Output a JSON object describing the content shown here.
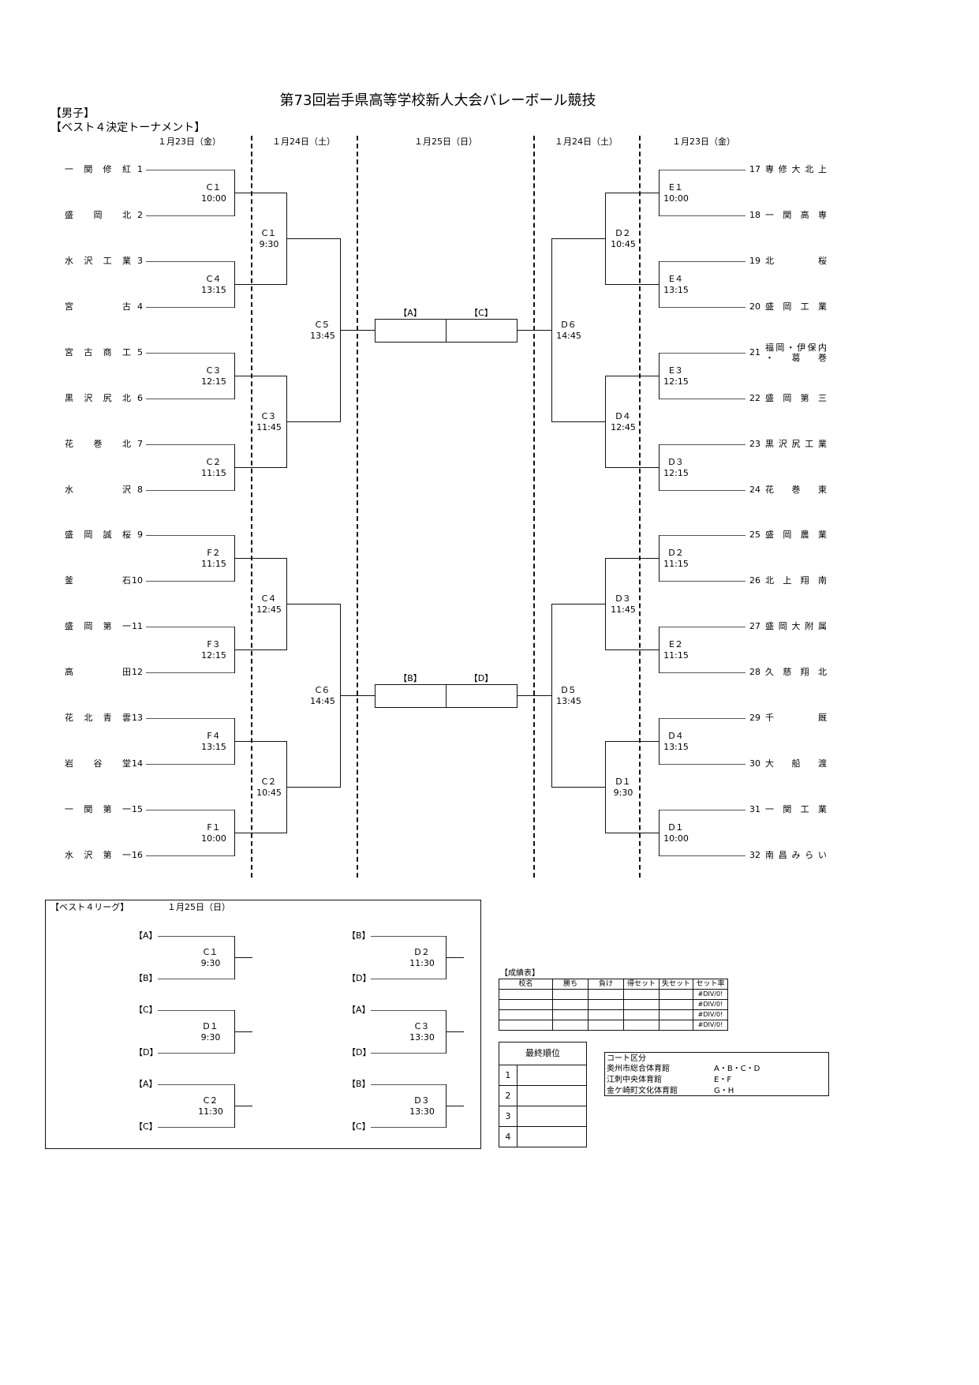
{
  "title": "第73回岩手県高等学校新人大会バレーボール競技",
  "section": "【男子】",
  "subsection": "【ベスト４決定トーナメント】",
  "dates": [
    "１月23日（金）",
    "１月24日（土）",
    "１月25日（日）",
    "１月24日（土）",
    "１月23日（金）"
  ],
  "left_teams": [
    {
      "num": "1",
      "name": "一関修紅"
    },
    {
      "num": "2",
      "name": "盛岡北"
    },
    {
      "num": "3",
      "name": "水沢工業"
    },
    {
      "num": "4",
      "name": "宮古"
    },
    {
      "num": "5",
      "name": "宮古商工"
    },
    {
      "num": "6",
      "name": "黒沢尻北"
    },
    {
      "num": "7",
      "name": "花巻北"
    },
    {
      "num": "8",
      "name": "水沢"
    },
    {
      "num": "9",
      "name": "盛岡誠桜"
    },
    {
      "num": "10",
      "name": "釜石"
    },
    {
      "num": "11",
      "name": "盛岡第一"
    },
    {
      "num": "12",
      "name": "高田"
    },
    {
      "num": "13",
      "name": "花北青雲"
    },
    {
      "num": "14",
      "name": "岩谷堂"
    },
    {
      "num": "15",
      "name": "一関第一"
    },
    {
      "num": "16",
      "name": "水沢第一"
    }
  ],
  "right_teams": [
    {
      "num": "17",
      "name": "専修大北上"
    },
    {
      "num": "18",
      "name": "一関高専"
    },
    {
      "num": "19",
      "name": "北桜"
    },
    {
      "num": "20",
      "name": "盛岡工業"
    },
    {
      "num": "21",
      "name": "福岡・伊保内",
      "name2": "・葛巻"
    },
    {
      "num": "22",
      "name": "盛岡第三"
    },
    {
      "num": "23",
      "name": "黒沢尻工業"
    },
    {
      "num": "24",
      "name": "花巻東"
    },
    {
      "num": "25",
      "name": "盛岡農業"
    },
    {
      "num": "26",
      "name": "北上翔南"
    },
    {
      "num": "27",
      "name": "盛岡大附属"
    },
    {
      "num": "28",
      "name": "久慈翔北"
    },
    {
      "num": "29",
      "name": "千厩"
    },
    {
      "num": "30",
      "name": "大船渡"
    },
    {
      "num": "31",
      "name": "一関工業"
    },
    {
      "num": "32",
      "name": "南昌みらい"
    }
  ],
  "left_matches": {
    "r1": [
      {
        "court": "C１",
        "time": "10:00"
      },
      {
        "court": "C４",
        "time": "13:15"
      },
      {
        "court": "C３",
        "time": "12:15"
      },
      {
        "court": "C２",
        "time": "11:15"
      },
      {
        "court": "F２",
        "time": "11:15"
      },
      {
        "court": "F３",
        "time": "12:15"
      },
      {
        "court": "F４",
        "time": "13:15"
      },
      {
        "court": "F１",
        "time": "10:00"
      }
    ],
    "r2": [
      {
        "court": "C１",
        "time": "9:30"
      },
      {
        "court": "C３",
        "time": "11:45"
      },
      {
        "court": "C４",
        "time": "12:45"
      },
      {
        "court": "C２",
        "time": "10:45"
      }
    ],
    "r3": [
      {
        "court": "C５",
        "time": "13:45"
      },
      {
        "court": "C６",
        "time": "14:45"
      }
    ]
  },
  "right_matches": {
    "r1": [
      {
        "court": "E１",
        "time": "10:00"
      },
      {
        "court": "E４",
        "time": "13:15"
      },
      {
        "court": "E３",
        "time": "12:15"
      },
      {
        "court": "D３",
        "time": "12:15"
      },
      {
        "court": "D２",
        "time": "11:15"
      },
      {
        "court": "E２",
        "time": "11:15"
      },
      {
        "court": "D４",
        "time": "13:15"
      },
      {
        "court": "D１",
        "time": "10:00"
      }
    ],
    "r2": [
      {
        "court": "D２",
        "time": "10:45"
      },
      {
        "court": "D４",
        "time": "12:45"
      },
      {
        "court": "D３",
        "time": "11:45"
      },
      {
        "court": "D１",
        "time": "9:30"
      }
    ],
    "r3": [
      {
        "court": "D６",
        "time": "14:45"
      },
      {
        "court": "D５",
        "time": "13:45"
      }
    ]
  },
  "final_slots": [
    [
      "【A】",
      "【C】"
    ],
    [
      "【B】",
      "【D】"
    ]
  ],
  "league": {
    "title": "【ベスト４リーグ】",
    "date": "１月25日（日）",
    "matches": [
      {
        "top": "【A】",
        "bottom": "【B】",
        "court": "C１",
        "time": "9:30"
      },
      {
        "top": "【C】",
        "bottom": "【D】",
        "court": "D１",
        "time": "9:30"
      },
      {
        "top": "【A】",
        "bottom": "【C】",
        "court": "C２",
        "time": "11:30"
      },
      {
        "top": "【B】",
        "bottom": "【D】",
        "court": "D２",
        "time": "11:30"
      },
      {
        "top": "【A】",
        "bottom": "【D】",
        "court": "C３",
        "time": "13:30"
      },
      {
        "top": "【B】",
        "bottom": "【C】",
        "court": "D３",
        "time": "13:30"
      }
    ]
  },
  "results": {
    "title": "【成績表】",
    "headers": [
      "校名",
      "勝ち",
      "負け",
      "得セット",
      "失セット",
      "セット率"
    ],
    "rows": [
      [
        "",
        "",
        "",
        "",
        "",
        "#DIV/0!"
      ],
      [
        "",
        "",
        "",
        "",
        "",
        "#DIV/0!"
      ],
      [
        "",
        "",
        "",
        "",
        "",
        "#DIV/0!"
      ],
      [
        "",
        "",
        "",
        "",
        "",
        "#DIV/0!"
      ]
    ]
  },
  "ranking": {
    "title": "最終順位",
    "ranks": [
      "1",
      "2",
      "3",
      "4"
    ]
  },
  "courts": {
    "title": "コート区分",
    "rows": [
      {
        "venue": "奥州市総合体育館",
        "courts": "A・B・C・D"
      },
      {
        "venue": "江刺中央体育館",
        "courts": "E・F"
      },
      {
        "venue": "金ケ崎町文化体育館",
        "courts": "G・H"
      }
    ]
  }
}
